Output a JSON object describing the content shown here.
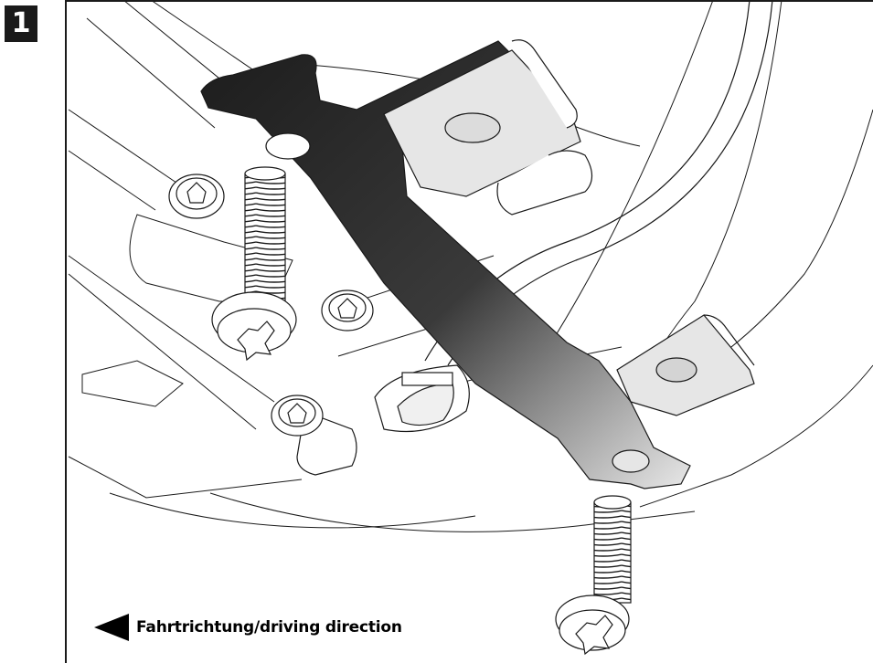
{
  "step": {
    "number": "1"
  },
  "direction": {
    "label": "Fahrtrichtung/driving direction",
    "icon": "left-triangle-arrow"
  },
  "colors": {
    "outline": "#1a1a1a",
    "bracket_dark": "#262626",
    "bracket_light": "#e0e0e0",
    "clip_fill": "#e6e6e6",
    "background": "#ffffff"
  }
}
